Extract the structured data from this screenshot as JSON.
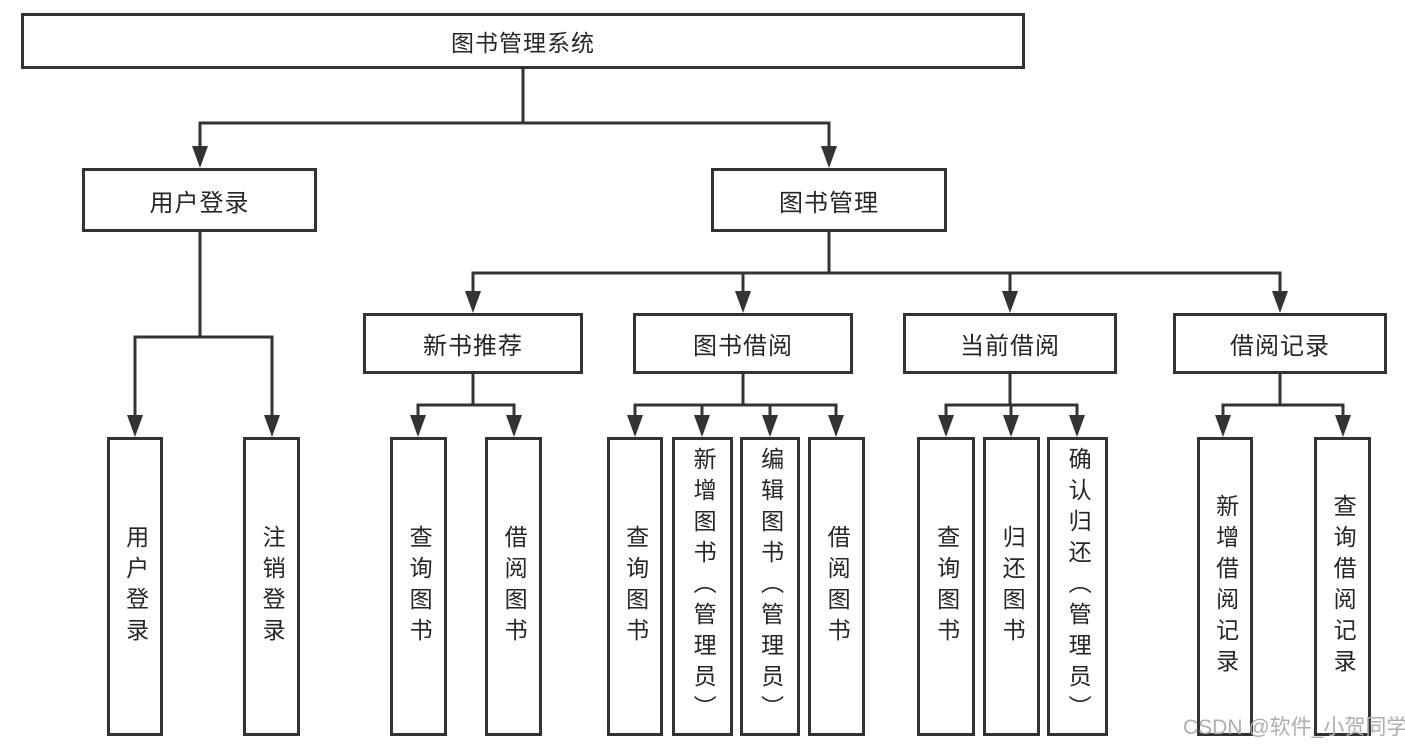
{
  "tree": {
    "label": "图书管理系统",
    "children": [
      {
        "label": "用户登录",
        "children": [
          {
            "label": "用户登录"
          },
          {
            "label": "注销登录"
          }
        ]
      },
      {
        "label": "图书管理",
        "children": [
          {
            "label": "新书推荐",
            "children": [
              {
                "label": "查询图书"
              },
              {
                "label": "借阅图书"
              }
            ]
          },
          {
            "label": "图书借阅",
            "children": [
              {
                "label": "查询图书"
              },
              {
                "label": "新增图书（管理员）"
              },
              {
                "label": "编辑图书（管理员）"
              },
              {
                "label": "借阅图书"
              }
            ]
          },
          {
            "label": "当前借阅",
            "children": [
              {
                "label": "查询图书"
              },
              {
                "label": "归还图书"
              },
              {
                "label": "确认归还（管理员）"
              }
            ]
          },
          {
            "label": "借阅记录",
            "children": [
              {
                "label": "新增借阅记录"
              },
              {
                "label": "查询借阅记录"
              }
            ]
          }
        ]
      }
    ]
  },
  "watermark": {
    "text": "CSDN @软件_小贺同学"
  },
  "colors": {
    "line": "#333333",
    "box_border": "#333333",
    "box_fill": "#ffffff",
    "text": "#262626",
    "watermark": "#aeaeae",
    "background": "#ffffff"
  }
}
